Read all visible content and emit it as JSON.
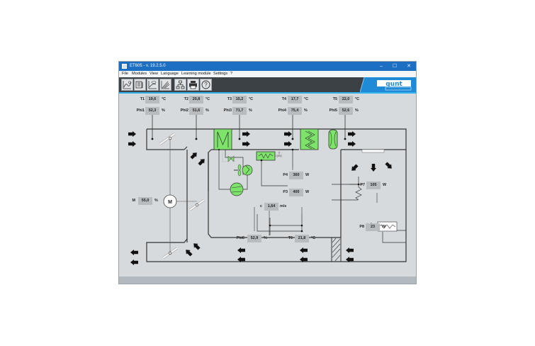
{
  "window": {
    "title": "ET605 - v. 19.2.5.0",
    "controls": {
      "minimize": "–",
      "maximize": "☐",
      "close": "✕"
    }
  },
  "menu": {
    "items": [
      "File",
      "Modules",
      "View",
      "Language",
      "Learning module",
      "Settings",
      "?"
    ]
  },
  "toolbar": {
    "buttons": [
      "chart-recorder-icon",
      "data-logger-icon",
      "diagram-view-icon",
      "hx-diagram-icon",
      "network-icon",
      "print-icon",
      "help-icon"
    ],
    "logo": "gunt",
    "logo_sub": "HAMBURG"
  },
  "sensors": {
    "T1": {
      "label": "T1",
      "value": "19,6",
      "unit": "°C"
    },
    "Phi1": {
      "label": "Phi1",
      "value": "52,3",
      "unit": "%"
    },
    "T2": {
      "label": "T2",
      "value": "20,8",
      "unit": "°C"
    },
    "Phi2": {
      "label": "Phi2",
      "value": "51,6",
      "unit": "%"
    },
    "T3": {
      "label": "T3",
      "value": "15,2",
      "unit": "°C"
    },
    "Phi3": {
      "label": "Phi3",
      "value": "71,7",
      "unit": "%"
    },
    "T4": {
      "label": "T4",
      "value": "17,7",
      "unit": "°C"
    },
    "Phi4": {
      "label": "Phi4",
      "value": "75,4",
      "unit": "%"
    },
    "T5": {
      "label": "T5",
      "value": "22,0",
      "unit": "°C"
    },
    "Phi5": {
      "label": "Phi5",
      "value": "52,6",
      "unit": "%"
    },
    "T6": {
      "label": "T6",
      "value": "21,8",
      "unit": "°C"
    },
    "Phi6": {
      "label": "Phi6",
      "value": "52,9",
      "unit": "%"
    },
    "M": {
      "label": "M",
      "value": "55,0",
      "unit": "%"
    },
    "c": {
      "label": "c",
      "value": "1,64",
      "unit": "m/s"
    },
    "P3": {
      "label": "P3",
      "value": "400",
      "unit": "W"
    },
    "P4": {
      "label": "P4",
      "value": "360",
      "unit": "W"
    },
    "P7": {
      "label": "P7",
      "value": "105",
      "unit": "W"
    },
    "P8": {
      "label": "P8",
      "value": "23",
      "unit": "W"
    }
  },
  "diagram": {
    "motor_label": "M",
    "colors": {
      "green": "#7de36a",
      "line": "#333333",
      "arrow": "#111111"
    }
  }
}
